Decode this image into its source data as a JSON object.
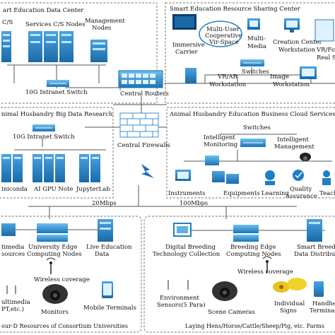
{
  "panels": {
    "top_left_title": "art Education Data Center",
    "top_right_title": "Smart Education Resource Sharing Center",
    "mid_left_title": "nimal Husbandry Big Data Research",
    "mid_right_title": "Animal Husbandry Education Business Cloud Services",
    "bottom_left_title": "our-D Resources of Consortium Universities",
    "bottom_right_title": "Laying Hens/Horse/Cattle/Sheep/Pig, etc. Farms"
  },
  "labels": {
    "cs": "C/S",
    "services_cs_nodes": "Services C/S Nodes",
    "management": "Management",
    "nodes": "Nodes",
    "intranet_switch_top": "10G Intranet Switch",
    "central_routers": "Central Routers",
    "central_firewalls": "Central Firewalls",
    "intranet_switch_mid": "10G Intranet Switch",
    "miniconda": "iniconda",
    "ai_gpu_note": "AI GPU Note",
    "jupyterlab": "JupyterLab",
    "multi_user_1": "Multi-User",
    "multi_user_2": "Cooperative",
    "multi_user_3": "Vir-Space",
    "immersive_1": "Immersive",
    "immersive_2": "Carrier",
    "multi_media_1": "Multi-",
    "multi_media_2": "Media",
    "creation_1": "Creation Center",
    "creation_2": "Workstation",
    "vr_food_1": "VR/Fo",
    "vr_food_2": "Real S",
    "switches_top": "Switches",
    "vr_ar_1": "VR/AR",
    "vr_ar_2": "Workstation",
    "image_1": "Image",
    "image_2": "Workstation",
    "switches_mid": "Switches",
    "intelligent_monitoring_1": "Intelligent",
    "intelligent_monitoring_2": "Monitoring",
    "intelligent_management_1": "Intelligent",
    "intelligent_management_2": "Management",
    "instruments": "Instruments",
    "equipments": "Equipments",
    "learning": "Learning",
    "quality_1": "Quality",
    "quality_2": "Assurance",
    "teach": "Teach",
    "mbps_20": "20Mbps",
    "mbps_100": "100Mbps",
    "multimedia_res_1": "timedia",
    "multimedia_res_2": "sources",
    "univ_edge_1": "University Edge",
    "univ_edge_2": "Computing Nodes",
    "live_edu_1": "Live Education",
    "live_edu_2": "Data",
    "wireless_left": "Wireless coverage",
    "multimedia_pt_1": "ultimedia",
    "multimedia_pt_2": "PT,etc.)",
    "monitors": "Monitors",
    "mobile_terminals": "Mobile Terminals",
    "digital_breeding_1": "Digital Breeding",
    "digital_breeding_2": "Technology Collection",
    "breeding_edge_1": "Breeding Edge",
    "breeding_edge_2": "Computing Nodes",
    "smart_breeding_1": "Smart Breedin",
    "smart_breeding_2": "Data Distributio",
    "wireless_right": "Wireless coverage",
    "env_sensors_1": "Environment",
    "env_sensors_2": "Sensors(5 Para)",
    "scene_cameras": "Scene Cameras",
    "individual_1": "Individual",
    "individual_2": "Signs",
    "handheld_1": "Handhe",
    "handheld_2": "Terminal"
  },
  "colors": {
    "device_blue": "#1f7fc4",
    "device_light": "#5fb0e6",
    "line": "#555555",
    "dashed_box": "#777777",
    "firewall": "#3a8fd0",
    "lightning": "#1f6fb8"
  }
}
